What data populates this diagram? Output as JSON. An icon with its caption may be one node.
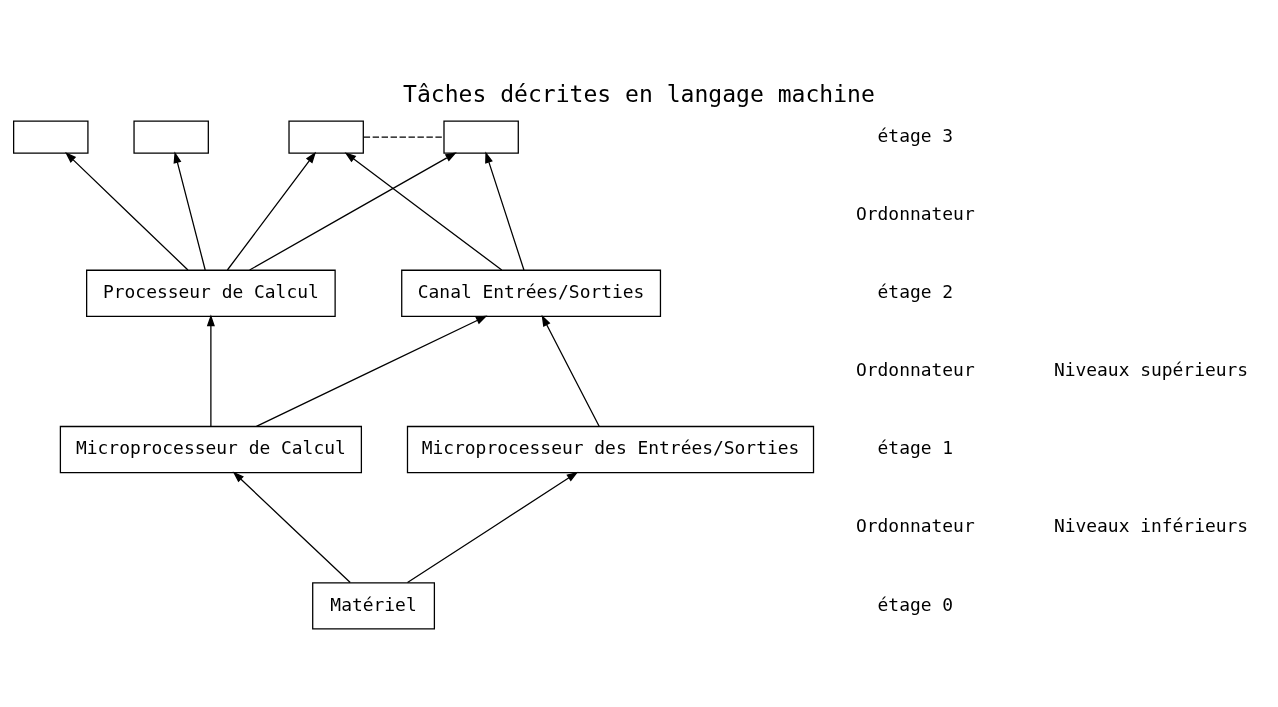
{
  "diagram": {
    "title": "Tâches décrites en langage machine",
    "nodes": [
      {
        "text": [],
        "shape": "box"
      },
      {
        "text": [],
        "shape": "box"
      },
      {
        "text": [],
        "shape": "box"
      },
      {
        "text": [],
        "shape": "box"
      },
      {
        "text": [
          "Processeur de Calcul"
        ]
      },
      {
        "text": [
          "Canal Entrées/Sorties"
        ]
      },
      {
        "text": [
          "Microprocesseur de Calcul"
        ]
      },
      {
        "text": [
          "Microprocesseur des Entrées/Sorties"
        ]
      },
      {
        "text": [
          "Matériel"
        ]
      }
    ],
    "edges": [
      {
        "from": 4,
        "to": 0,
        "arrow": "to"
      },
      {
        "from": 4,
        "to": 1,
        "arrow": "to"
      },
      {
        "from": 4,
        "to": 2,
        "arrow": "to"
      },
      {
        "from": 4,
        "to": 3,
        "arrow": "to"
      },
      {
        "from": 5,
        "to": 2,
        "arrow": "to"
      },
      {
        "from": 5,
        "to": 3,
        "arrow": "to"
      },
      {
        "from": 2,
        "to": 3,
        "arrow": "none",
        "style": "dashed"
      },
      {
        "from": 6,
        "to": 4,
        "arrow": "to"
      },
      {
        "from": 6,
        "to": 5,
        "arrow": "to"
      },
      {
        "from": 7,
        "to": 5,
        "arrow": "to"
      },
      {
        "from": 8,
        "to": 6,
        "arrow": "to"
      },
      {
        "from": 8,
        "to": 7,
        "arrow": "to"
      }
    ],
    "labels": [
      "étage 3",
      "Ordonnateur",
      "étage 2",
      "Niveaux supérieurs",
      "Ordonnateur",
      "étage 1",
      "Ordonnateur",
      "Niveaux inférieurs",
      "étage 0"
    ]
  }
}
